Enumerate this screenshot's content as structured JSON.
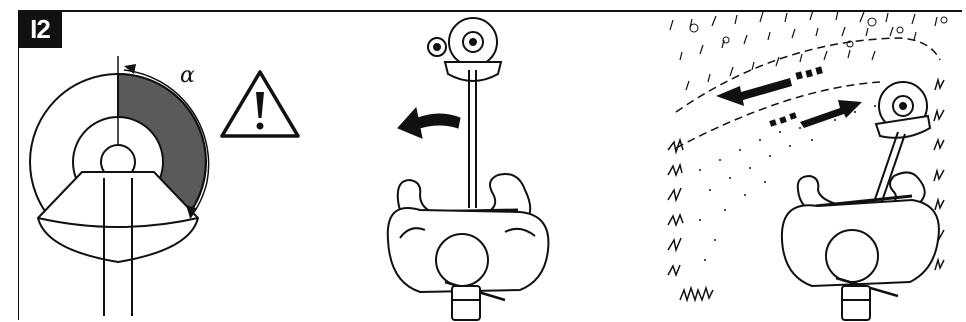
{
  "figure": {
    "badge_label": "I2",
    "angle_symbol": "α",
    "colors": {
      "ink": "#111111",
      "shade": "#5a5a5a",
      "paper": "#ffffff",
      "badge_text": "#ffffff"
    },
    "icons": [
      "warning-triangle-icon",
      "blade-angle-diagram",
      "operator-swing-left",
      "operator-mowing-pattern"
    ]
  }
}
